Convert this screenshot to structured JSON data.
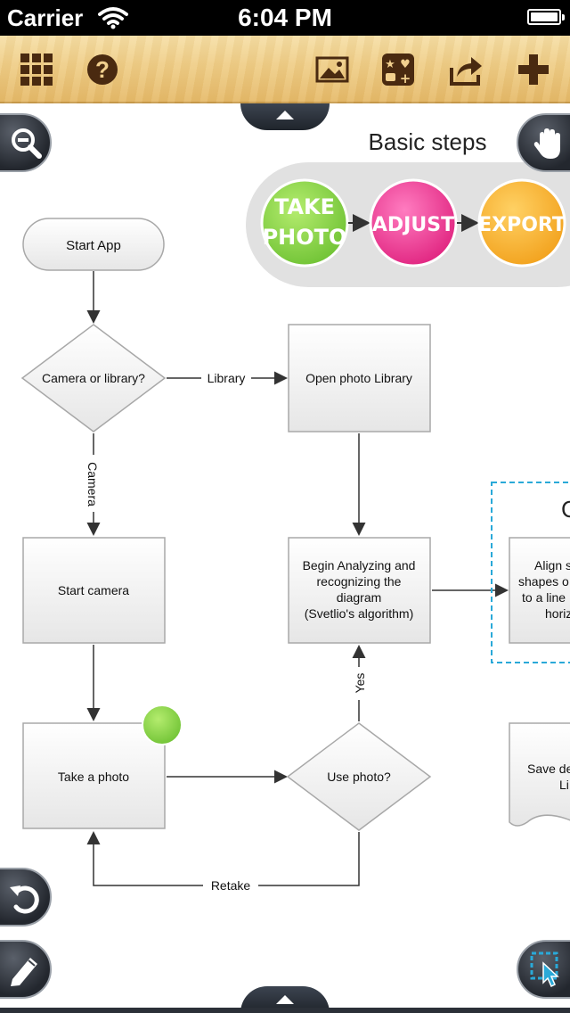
{
  "status": {
    "carrier": "Carrier",
    "time": "6:04 PM"
  },
  "toolbar": {
    "icons": [
      "grid-icon",
      "help-icon",
      "image-icon",
      "stickers-icon",
      "share-icon",
      "plus-icon"
    ]
  },
  "diagram": {
    "title": "Basic steps",
    "steps": [
      {
        "label_line1": "TAKE",
        "label_line2": "PHOTO",
        "color": "#8ed84a"
      },
      {
        "label_line1": "ADJUST",
        "label_line2": "",
        "color": "#ef3f99"
      },
      {
        "label_line1": "EXPORT",
        "label_line2": "",
        "color": "#f6b22e"
      }
    ],
    "nodes": {
      "start_app": "Start App",
      "camera_or_library": "Camera or library?",
      "open_library": "Open photo Library",
      "start_camera": "Start camera",
      "begin_analyzing": [
        "Begin Analyzing and",
        "recognizing the",
        "diagram",
        "(Svetlio's algorithm)"
      ],
      "take_photo": "Take a photo",
      "use_photo": "Use photo?",
      "align_partial": [
        "Align s",
        "shapes o",
        "to a line",
        "horiz"
      ],
      "save_partial": [
        "Save de",
        "Li"
      ],
      "group_partial": "C"
    },
    "edge_labels": {
      "library": "Library",
      "camera": "Camera",
      "yes": "Yes",
      "retake": "Retake"
    },
    "accent_color": "#2aa9d8"
  },
  "floating_buttons": [
    "zoom-out-icon",
    "hand-icon",
    "undo-icon",
    "pencil-icon",
    "select-icon"
  ]
}
